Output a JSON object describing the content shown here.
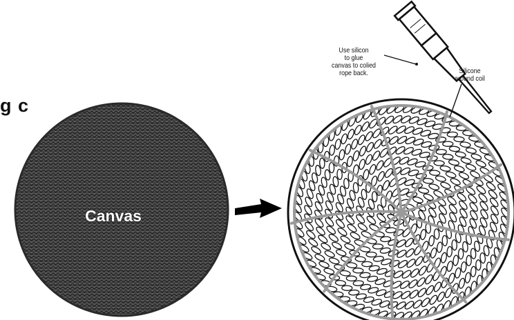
{
  "figure_label": "g c",
  "canvas_label": "Canvas",
  "glue_note": [
    "Use silicon",
    "to glue",
    "canvas to colied",
    "rope back."
  ],
  "silicone_note": [
    "Silicone",
    "around coil"
  ],
  "colors": {
    "ink": "#111111",
    "canvas_fill": "#4a4a4a",
    "silicone": "#9a9a9a"
  },
  "icons": [
    "arrow-right-icon",
    "silicone-tube-icon"
  ]
}
